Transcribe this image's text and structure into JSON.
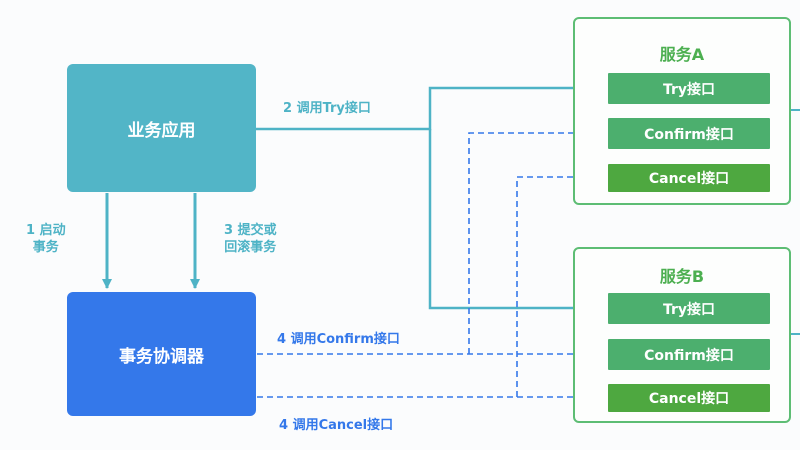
{
  "nodes": {
    "business_app": "业务应用",
    "tx_coordinator": "事务协调器"
  },
  "services": [
    {
      "title": "服务A",
      "interfaces": [
        "Try接口",
        "Confirm接口",
        "Cancel接口"
      ]
    },
    {
      "title": "服务B",
      "interfaces": [
        "Try接口",
        "Confirm接口",
        "Cancel接口"
      ]
    }
  ],
  "edges": {
    "start_tx": [
      "1 启动",
      "事务"
    ],
    "commit_or_rollback": [
      "3 提交或",
      "回滚事务"
    ],
    "call_try": "2 调用Try接口",
    "call_confirm": "4 调用Confirm接口",
    "call_cancel": "4 调用Cancel接口"
  },
  "colors": {
    "teal": "#52b5c7",
    "blue": "#3478ea",
    "green": "#5dbd74"
  }
}
